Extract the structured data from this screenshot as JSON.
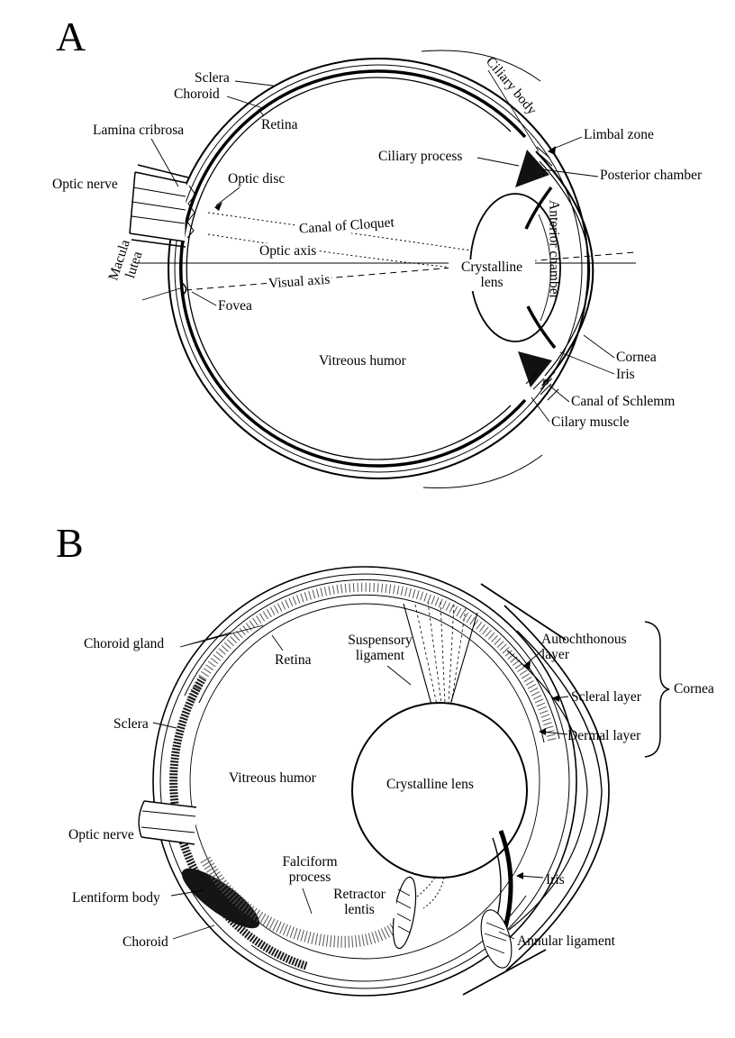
{
  "figure": {
    "colors": {
      "ink": "#000000",
      "paper": "#ffffff"
    },
    "panel_a": {
      "letter": "A",
      "labels": {
        "sclera": "Sclera",
        "choroid": "Choroid",
        "retina": "Retina",
        "lamina_cribrosa": "Lamina cribrosa",
        "optic_nerve": "Optic nerve",
        "optic_disc": "Optic disc",
        "canal_of_cloquet": "Canal of Cloquet",
        "optic_axis": "Optic axis",
        "visual_axis": "Visual axis",
        "macula_lutea": "Macula lutea",
        "fovea": "Fovea",
        "vitreous_humor": "Vitreous humor",
        "ciliary_body": "Ciliary body",
        "ciliary_process": "Ciliary process",
        "limbal_zone": "Limbal zone",
        "posterior_chamber": "Posterior chamber",
        "anterior_chamber": "Anterior chamber",
        "crystalline_lens": "Crystalline lens",
        "cornea": "Cornea",
        "iris": "Iris",
        "canal_of_schlemm": "Canal of Schlemm",
        "cilary_muscle": "Cilary muscle"
      }
    },
    "panel_b": {
      "letter": "B",
      "labels": {
        "choroid_gland": "Choroid gland",
        "retina": "Retina",
        "suspensory_ligament": "Suspensory ligament",
        "autochthonous_layer": "Autochthonous layer",
        "scleral_layer": "Scleral layer",
        "dermal_layer": "Dermal layer",
        "cornea": "Cornea",
        "sclera": "Sclera",
        "vitreous_humor": "Vitreous humor",
        "crystalline_lens": "Crystalline lens",
        "optic_nerve": "Optic nerve",
        "falciform_process": "Falciform process",
        "lentiform_body": "Lentiform body",
        "retractor_lentis": "Retractor lentis",
        "iris": "Iris",
        "choroid": "Choroid",
        "annular_ligament": "Annular ligament"
      }
    }
  }
}
